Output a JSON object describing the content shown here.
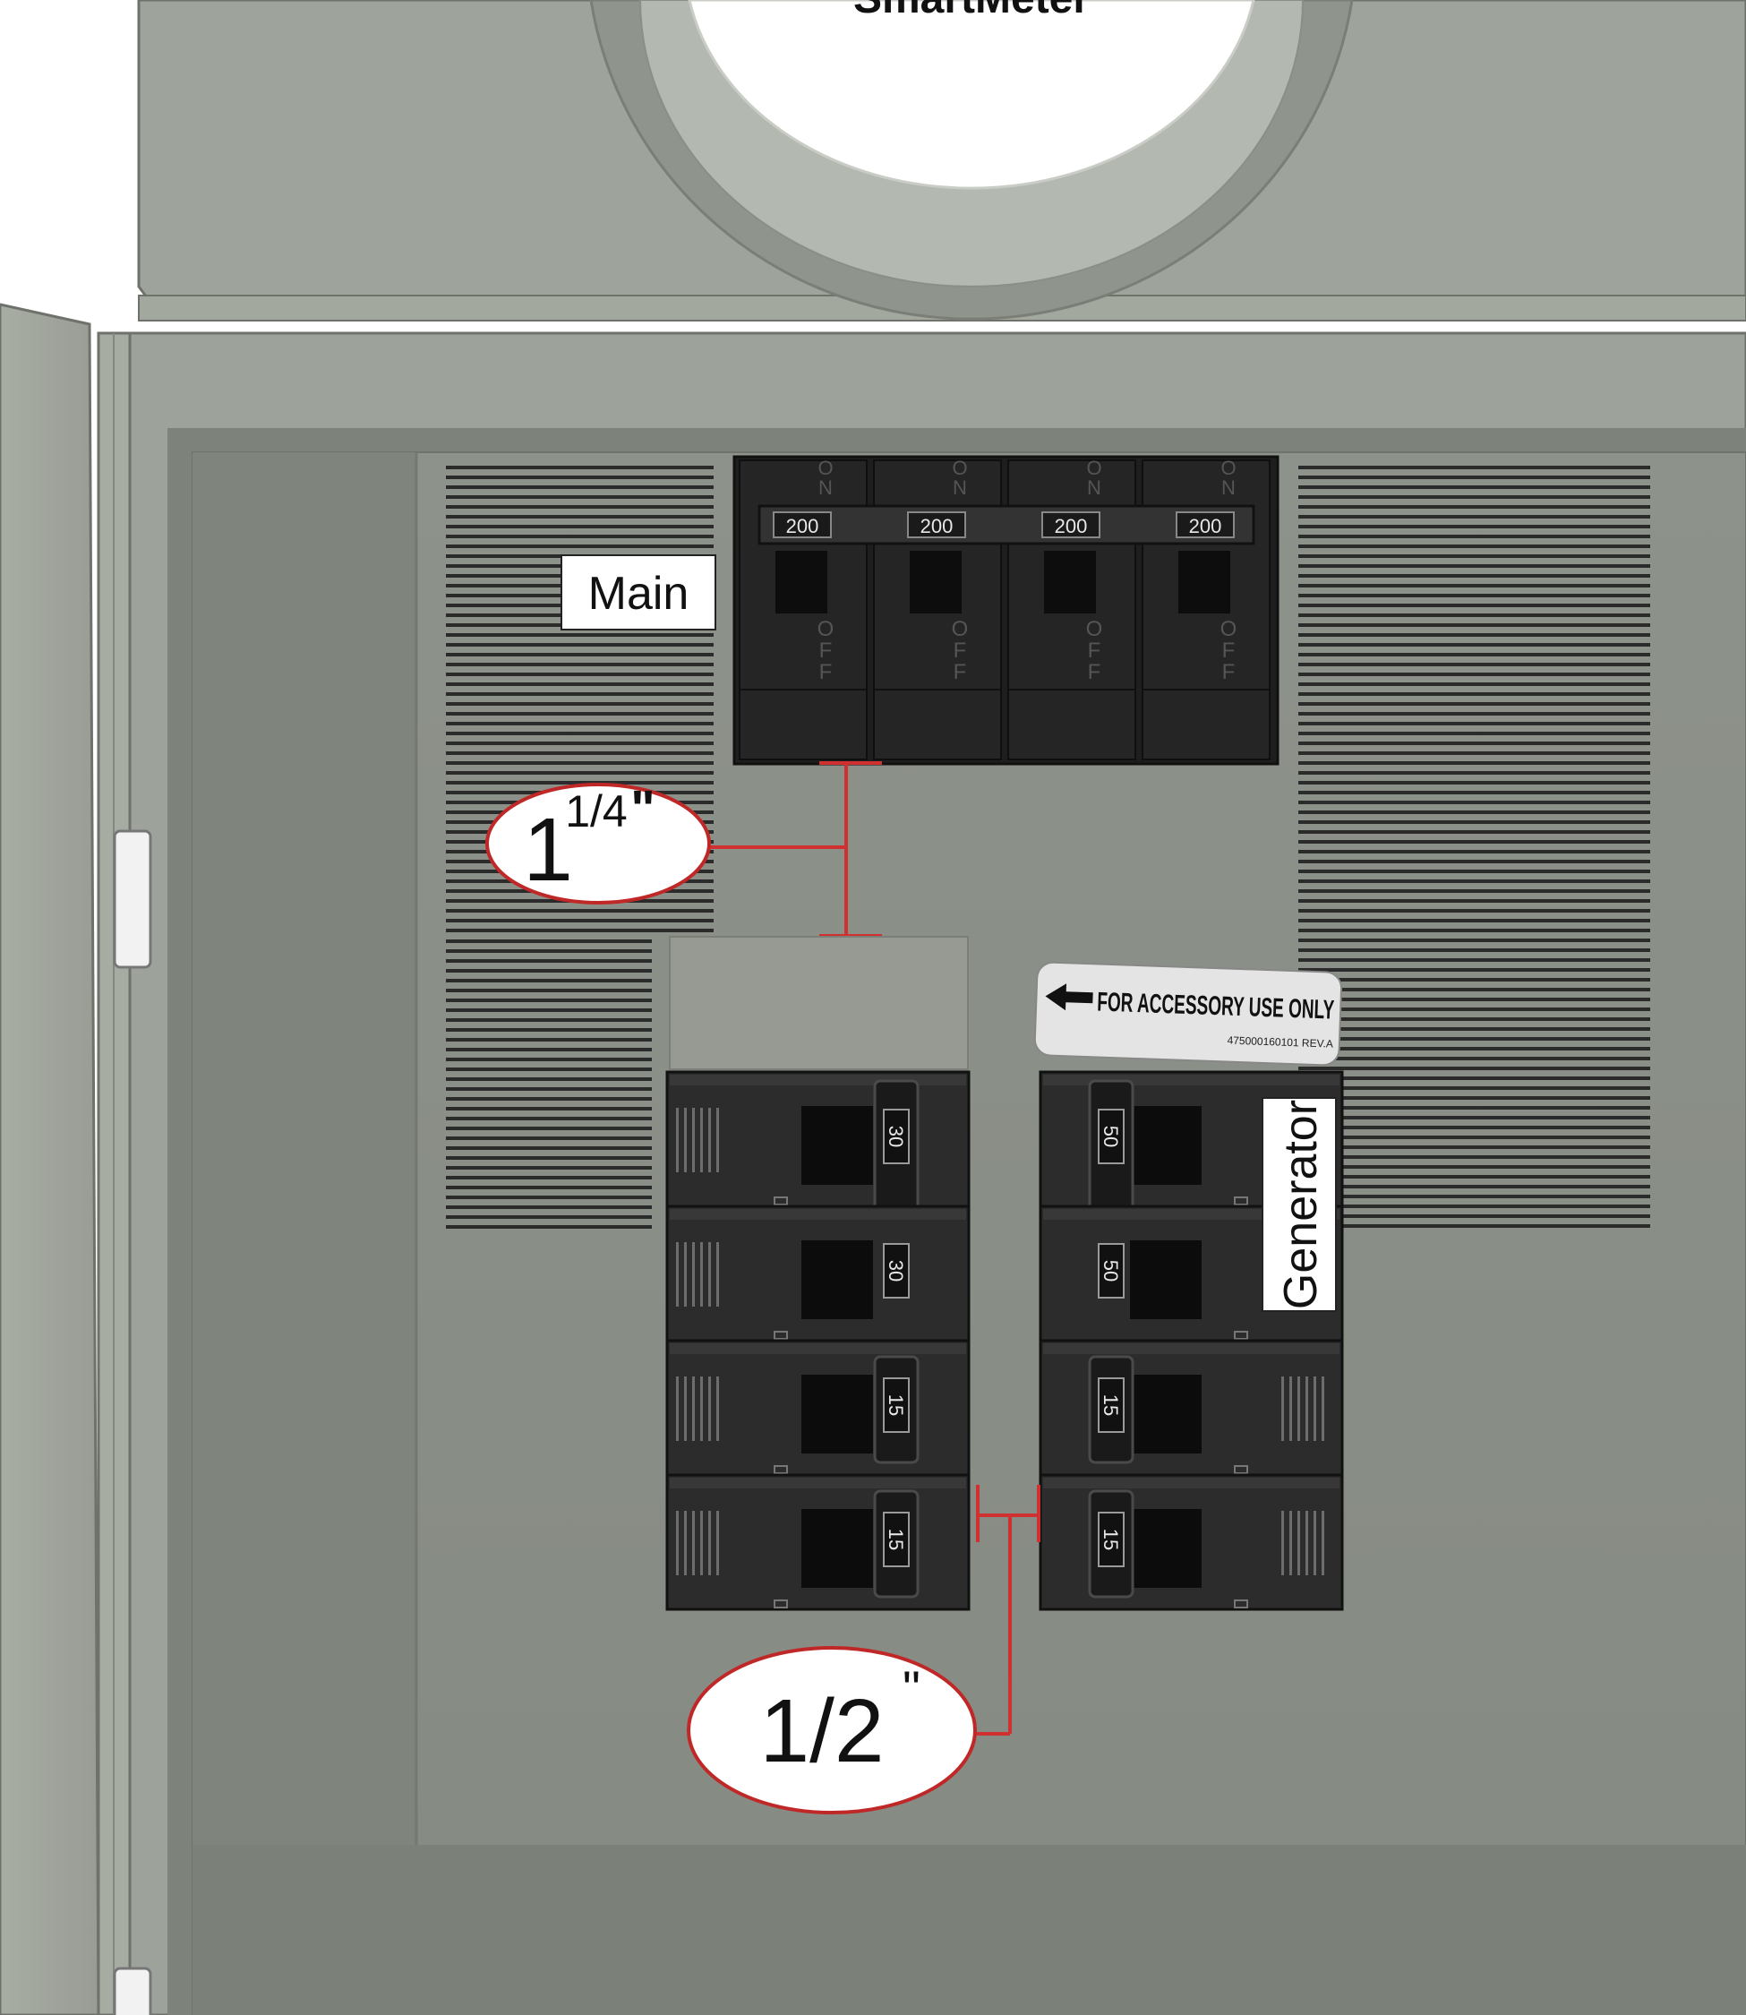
{
  "meter": {
    "label": "SmartMeter"
  },
  "main_breaker": {
    "label": "Main",
    "poles": [
      {
        "on_text": "ON",
        "rating": "200",
        "off_text": "OFF"
      },
      {
        "on_text": "ON",
        "rating": "200",
        "off_text": "OFF"
      },
      {
        "on_text": "ON",
        "rating": "200",
        "off_text": "OFF"
      },
      {
        "on_text": "ON",
        "rating": "200",
        "off_text": "OFF"
      }
    ]
  },
  "dimensions": {
    "vertical_gap": {
      "whole": "1",
      "fraction": "1/4",
      "unit": "\""
    },
    "horizontal_gap": {
      "value": "1/2",
      "unit": "\""
    }
  },
  "accessory_label": {
    "text": "FOR ACCESSORY USE ONLY",
    "part_number": "475000160101 REV.A"
  },
  "generator_label": {
    "text": "Generator"
  },
  "branch_breakers": {
    "left": [
      {
        "rating": "30",
        "handle": "double-top"
      },
      {
        "rating": "30",
        "handle": "double-bottom"
      },
      {
        "rating": "15",
        "handle": "single"
      },
      {
        "rating": "15",
        "handle": "single"
      }
    ],
    "right": [
      {
        "rating": "50",
        "handle": "double-top"
      },
      {
        "rating": "50",
        "handle": "double-bottom"
      },
      {
        "rating": "15",
        "handle": "single"
      },
      {
        "rating": "15",
        "handle": "single"
      }
    ]
  },
  "colors": {
    "enclosure": "#9a9e96",
    "panel": "#8a8f87",
    "breaker": "#2b2b2b",
    "dimension_line": "#d03030",
    "label_bg": "#ffffff"
  }
}
